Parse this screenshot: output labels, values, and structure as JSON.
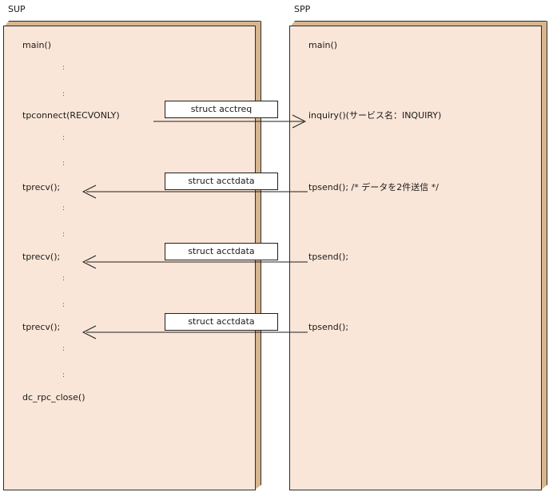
{
  "sup": {
    "title": "SUP",
    "lines": {
      "main": "main()",
      "tpconnect": "tpconnect(RECVONLY)",
      "tprecv1": "tprecv();",
      "tprecv2": "tprecv();",
      "tprecv3": "tprecv();",
      "close": "dc_rpc_close()"
    },
    "dots": [
      ":",
      ":",
      ":",
      ":",
      ":",
      ":",
      ":",
      ":",
      ":"
    ]
  },
  "spp": {
    "title": "SPP",
    "lines": {
      "main": "main()",
      "inquiry": "inquiry()(サービス名：INQUIRY)",
      "tpsend1": "tpsend(); /* データを2件送信 */",
      "tpsend2": "tpsend();",
      "tpsend3": "tpsend();"
    }
  },
  "messages": [
    "struct acctreq",
    "struct acctdata",
    "struct acctdata",
    "struct acctdata"
  ],
  "colors": {
    "box_fill": "#fae6d8",
    "box_side": "#d7b68f",
    "line": "#1f1f1f"
  }
}
